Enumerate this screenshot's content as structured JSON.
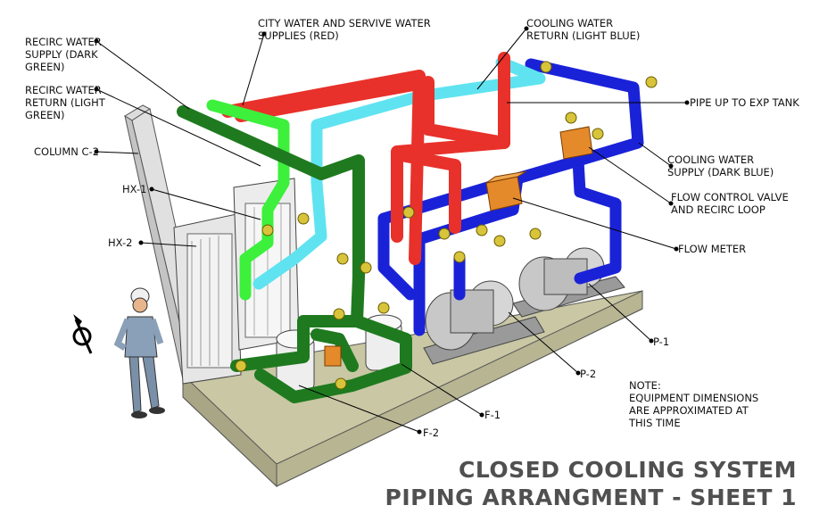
{
  "labels": {
    "recirc_supply": "RECIRC WATER\nSUPPLY (DARK\nGREEN)",
    "recirc_return": "RECIRC WATER\nRETURN (LIGHT\nGREEN)",
    "city_water": "CITY WATER AND SERVIVE WATER\nSUPPLIES (RED)",
    "cooling_return": "COOLING WATER\nRETURN (LIGHT BLUE)",
    "exp_tank": "PIPE UP TO EXP TANK",
    "cooling_supply": "COOLING WATER\nSUPPLY (DARK BLUE)",
    "flow_control": "FLOW CONTROL VALVE\nAND RECIRC LOOP",
    "flow_meter": "FLOW METER",
    "column": "COLUMN C-2",
    "hx1": "HX-1",
    "hx2": "HX-2",
    "p1": "P-1",
    "p2": "P-2",
    "f1": "F-1",
    "f2": "F-2",
    "note": "NOTE:\nEQUIPMENT DIMENSIONS\nARE APPROXIMATED AT\nTHIS TIME"
  },
  "title": {
    "line1": "CLOSED COOLING SYSTEM",
    "line2": "PIPING ARRANGMENT - SHEET 1"
  },
  "colors": {
    "red": "#e8312a",
    "light_blue": "#5fe3f0",
    "dark_blue": "#1a22d8",
    "dark_green": "#1f7a1f",
    "light_green": "#3cf03c",
    "skid": "#c9c7a4",
    "valve": "#d8c43a",
    "meter": "#e58a2a",
    "equipment": "#c8c8c8"
  },
  "icons": [
    "north-arrow-icon",
    "worker-figure"
  ]
}
